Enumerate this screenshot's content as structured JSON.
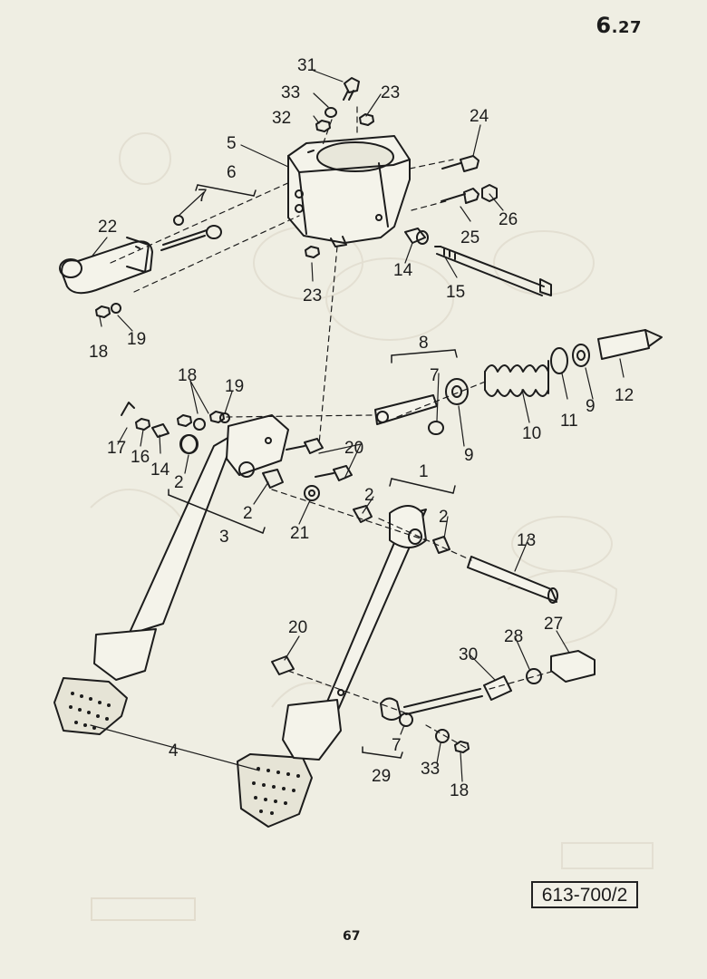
{
  "page": {
    "section_main": "6",
    "section_sub": ".27",
    "figure_ref": "613-700/2",
    "page_number": "67"
  },
  "callouts": [
    "1",
    "2",
    "2",
    "2",
    "2",
    "3",
    "4",
    "5",
    "6",
    "7",
    "7",
    "7",
    "8",
    "9",
    "9",
    "10",
    "11",
    "12",
    "13",
    "14",
    "14",
    "15",
    "16",
    "17",
    "18",
    "18",
    "18",
    "19",
    "19",
    "20",
    "20",
    "21",
    "22",
    "23",
    "23",
    "24",
    "25",
    "26",
    "27",
    "28",
    "29",
    "30",
    "31",
    "32",
    "33",
    "33"
  ],
  "colors": {
    "paper": "#efeee3",
    "ink": "#1c1c1c",
    "ghost": "#e3dfd2"
  }
}
